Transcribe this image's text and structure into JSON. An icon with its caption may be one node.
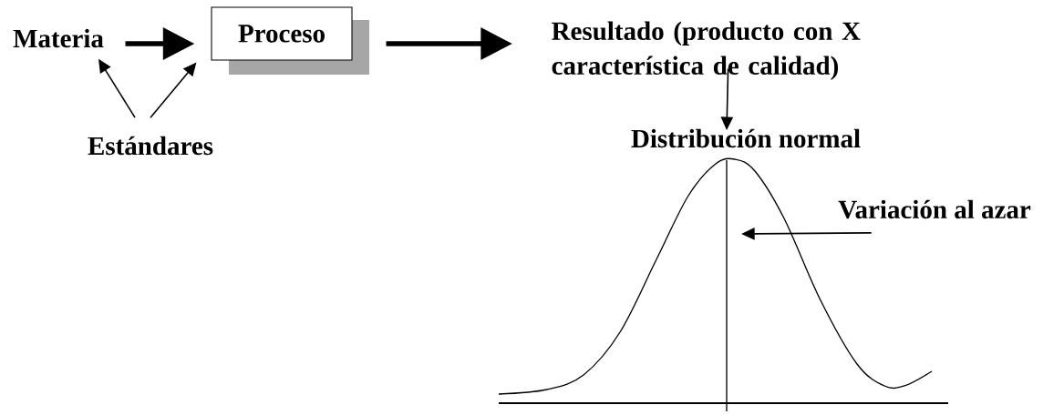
{
  "diagram": {
    "nodes": [
      {
        "text": [
          "Materia"
        ]
      },
      {
        "text": [
          "Proceso"
        ]
      },
      {
        "text": [
          "Resultado (producto con X característica de calidad)"
        ]
      },
      {
        "text": [
          "Estándares"
        ]
      },
      {
        "text": [
          "Distribución normal"
        ]
      },
      {
        "text": [
          "Variación al azar"
        ]
      },
      {
        "text": [],
        "shape": "picture"
      }
    ],
    "edges": [
      {
        "from": 0,
        "to": 1,
        "arrow": "to",
        "style": "thick"
      },
      {
        "from": 1,
        "to": 2,
        "arrow": "to",
        "style": "thick"
      },
      {
        "from": 3,
        "to": 0,
        "arrow": "to"
      },
      {
        "from": 3,
        "to": 1,
        "arrow": "to"
      },
      {
        "from": 2,
        "to": 4,
        "arrow": "to"
      },
      {
        "from": 5,
        "to": 6,
        "arrow": "to"
      }
    ]
  }
}
